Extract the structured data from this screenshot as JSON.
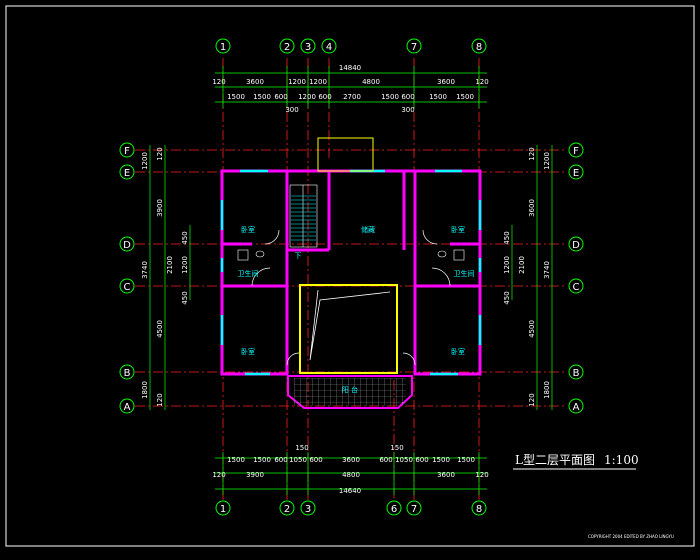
{
  "title": "L型二层平面图",
  "scale": "1:100",
  "copyright": "COPYRIGHT 2004 EDITED BY ZHAO LINGYU",
  "axes_vertical": [
    "1",
    "2",
    "3",
    "4",
    "7",
    "8"
  ],
  "axes_vertical_bottom": [
    "1",
    "2",
    "3",
    "6",
    "7",
    "8"
  ],
  "axes_horizontal": [
    "F",
    "E",
    "D",
    "C",
    "B",
    "A"
  ],
  "top_total": "14840",
  "top_row1": [
    "120",
    "3600",
    "1200",
    "1200",
    "4800",
    "3600",
    "120"
  ],
  "top_row2": [
    "1500",
    "1500",
    "600",
    "1200",
    "600",
    "2700",
    "1500",
    "600",
    "1500",
    "1500"
  ],
  "top_row3": [
    "300",
    "300"
  ],
  "bottom_total": "14640",
  "bottom_row1": [
    "1500",
    "1500",
    "600",
    "1050",
    "600",
    "3600",
    "600",
    "1050",
    "600",
    "1500",
    "1500"
  ],
  "bottom_row1_extra": [
    "150",
    "150"
  ],
  "bottom_row2": [
    "120",
    "3900",
    "4800",
    "3600",
    "120"
  ],
  "left_outer": [
    "1200",
    "120",
    "3900",
    "3740",
    "4500",
    "120",
    "1800"
  ],
  "left_inner": [
    "450",
    "1200",
    "2100",
    "450"
  ],
  "right_outer": [
    "1200",
    "120",
    "3600",
    "3740",
    "4500",
    "120",
    "1800"
  ],
  "right_inner": [
    "450",
    "1200",
    "2100",
    "450"
  ],
  "rooms": {
    "bedroom_tl": "卧室",
    "bedroom_bl": "卧室",
    "bedroom_tr": "卧室",
    "bedroom_br": "卧室",
    "bath_l": "卫生间",
    "bath_r": "卫生间",
    "storage": "储藏",
    "balcony": "阳  台",
    "down": "下"
  }
}
